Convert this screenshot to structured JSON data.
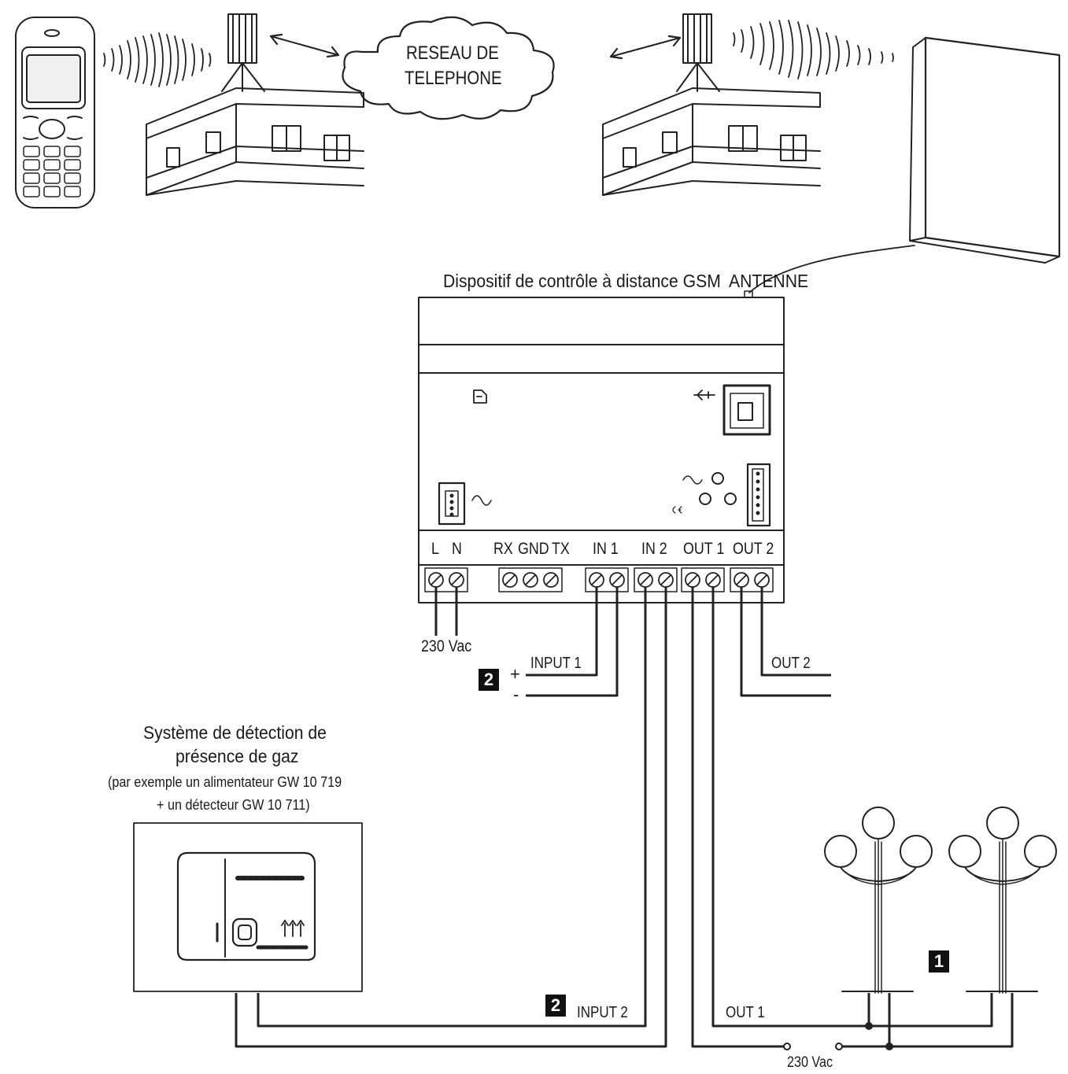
{
  "network": {
    "line1": "RESEAU DE",
    "line2": "TELEPHONE"
  },
  "device": {
    "caption": "Dispositif de contrôle à distance GSM",
    "antenna_label": "ANTENNE"
  },
  "terminals": {
    "l": "L",
    "n": "N",
    "rx": "RX",
    "gnd": "GND",
    "tx": "TX",
    "in1": "IN 1",
    "in2": "IN 2",
    "out1": "OUT 1",
    "out2": "OUT 2"
  },
  "wiring": {
    "supply": "230 Vac",
    "input1": "INPUT 1",
    "input2": "INPUT 2",
    "out1": "OUT 1",
    "out2": "OUT 2",
    "plus": "+",
    "minus": "-",
    "supply_bottom": "230 Vac"
  },
  "gas_system": {
    "title_line1": "Système de détection de",
    "title_line2": "présence de gaz",
    "note_line1": "(par exemple un alimentateur GW 10 719",
    "note_line2": "+ un détecteur GW 10 711)"
  },
  "badges": {
    "b1": "1",
    "b2a": "2",
    "b2b": "2"
  }
}
